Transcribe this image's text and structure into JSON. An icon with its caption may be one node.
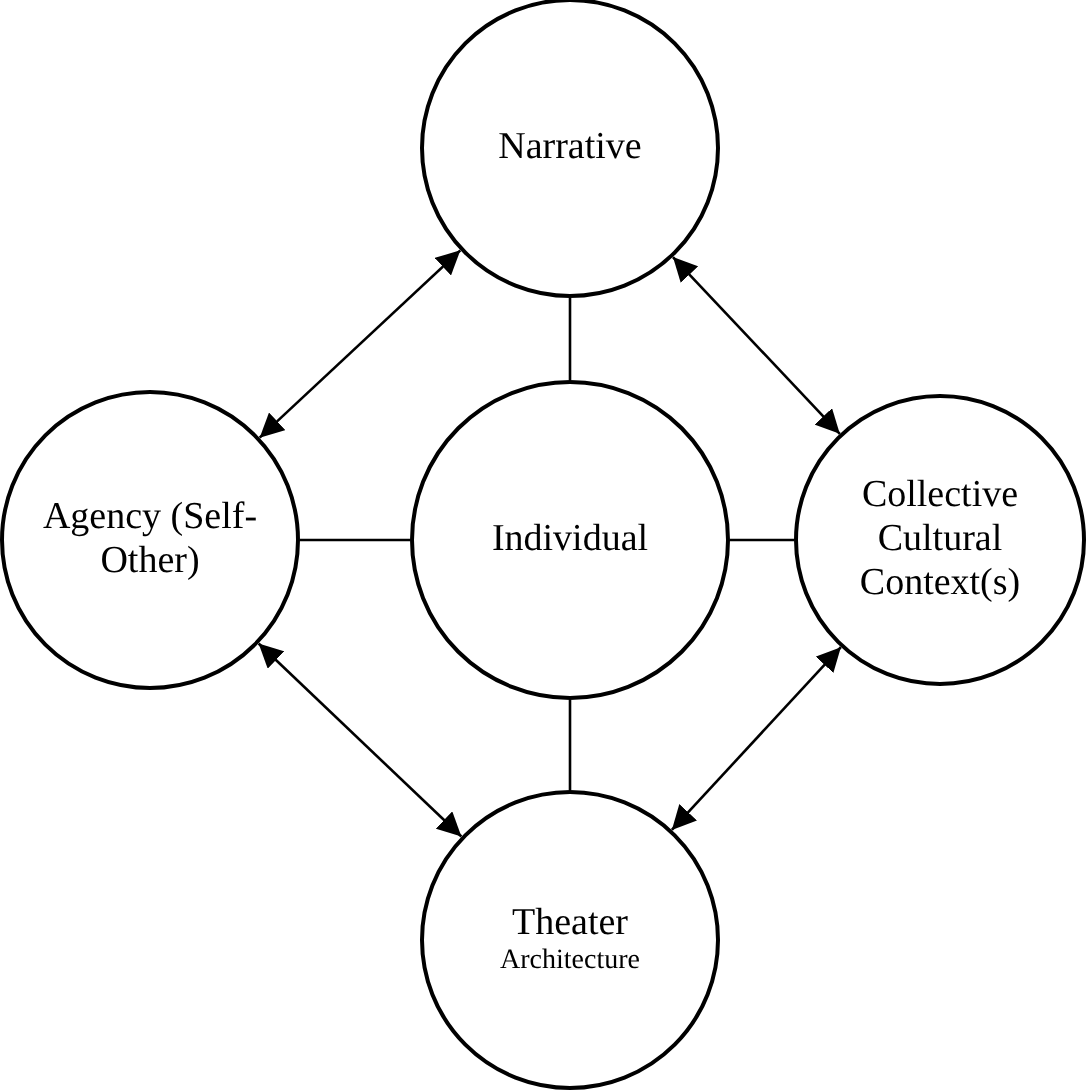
{
  "diagram": {
    "nodes": [
      {
        "text": [
          "Narrative"
        ]
      },
      {
        "text": [
          "Agency (Self-Other)"
        ]
      },
      {
        "text": [
          "Individual"
        ]
      },
      {
        "text": [
          "Collective Cultural Context(s)"
        ]
      },
      {
        "text": [
          "Theater",
          "Architecture"
        ]
      }
    ],
    "edges": [
      {
        "from": 2,
        "to": 0,
        "arrow": "none"
      },
      {
        "from": 2,
        "to": 1,
        "arrow": "none"
      },
      {
        "from": 2,
        "to": 3,
        "arrow": "none"
      },
      {
        "from": 2,
        "to": 4,
        "arrow": "none"
      },
      {
        "from": 0,
        "to": 1,
        "arrow": "both"
      },
      {
        "from": 0,
        "to": 3,
        "arrow": "both"
      },
      {
        "from": 1,
        "to": 4,
        "arrow": "both"
      },
      {
        "from": 3,
        "to": 4,
        "arrow": "both"
      }
    ]
  }
}
